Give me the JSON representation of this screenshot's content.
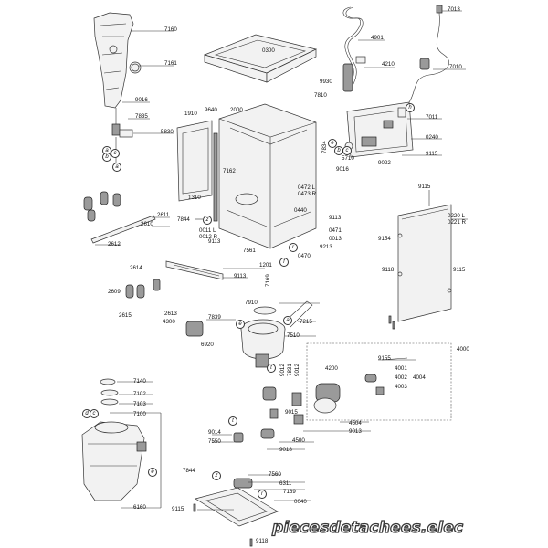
{
  "diagram": {
    "watermark": "piecesdetachees.elec",
    "parts": [
      "7160",
      "7161",
      "9016",
      "7835",
      "5830",
      "0300",
      "4901",
      "4210",
      "9930",
      "7810",
      "7013",
      "7010",
      "7011",
      "0240",
      "5710",
      "9016",
      "9022",
      "9115",
      "7834",
      "1910",
      "9640",
      "2000",
      "7162",
      "1310",
      "2611",
      "2610",
      "2612",
      "7844",
      "0011 L",
      "0012 R",
      "9113",
      "0472 L",
      "0473 R",
      "0440",
      "9113",
      "0471",
      "0013",
      "9213",
      "7561",
      "7169",
      "0470",
      "9115",
      "0220 L",
      "0221 R",
      "9154",
      "9118",
      "9115",
      "1201",
      "9113",
      "2614",
      "2609",
      "2613",
      "2615",
      "4300",
      "7839",
      "7910",
      "7215",
      "7510",
      "6920",
      "9155",
      "4001",
      "4002",
      "4003",
      "4004",
      "4000",
      "4200",
      "9012",
      "7831",
      "9012",
      "9015",
      "4504",
      "9013",
      "4500",
      "9018",
      "7140",
      "7102",
      "7103",
      "7100",
      "9014",
      "7550",
      "7844",
      "7560",
      "6311",
      "7169",
      "0040",
      "9115",
      "9118",
      "6160"
    ],
    "callouts": [
      "a",
      "b",
      "c",
      "a",
      "h",
      "e",
      "b",
      "c",
      "z",
      "f",
      "r",
      "e",
      "t",
      "a",
      "d",
      "c",
      "e",
      "t",
      "z",
      "r"
    ]
  }
}
